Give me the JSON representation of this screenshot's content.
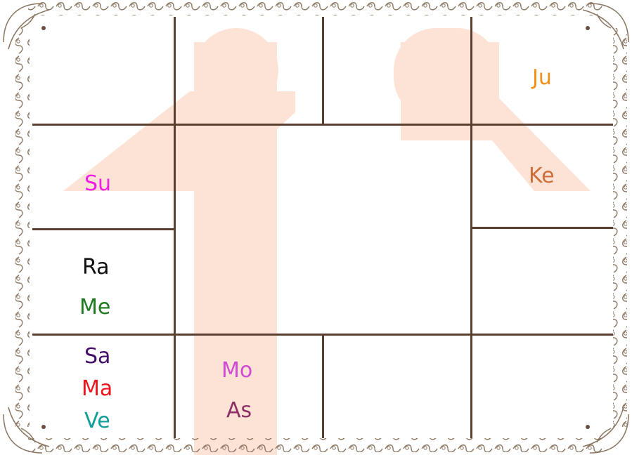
{
  "colors": {
    "grid": "#5b4030",
    "border_ornament": "#8a7560",
    "watermark": "#fde3d5"
  },
  "houses": {
    "top_right": [
      {
        "label": "Ju",
        "color": "#f39019"
      }
    ],
    "right_upper": [
      {
        "label": "Ke",
        "color": "#cc6f3a"
      }
    ],
    "left_upper": [
      {
        "label": "Su",
        "color": "#f21ee9"
      }
    ],
    "left_lower": [
      {
        "label": "Ra",
        "color": "#111111"
      },
      {
        "label": "Me",
        "color": "#1f7a1f"
      }
    ],
    "bottom_left": [
      {
        "label": "Sa",
        "color": "#44106b"
      },
      {
        "label": "Ma",
        "color": "#f0161d"
      },
      {
        "label": "Ve",
        "color": "#119e9a"
      }
    ],
    "bottom_second": [
      {
        "label": "Mo",
        "color": "#d14ad6"
      },
      {
        "label": "As",
        "color": "#8d2f66"
      }
    ]
  }
}
